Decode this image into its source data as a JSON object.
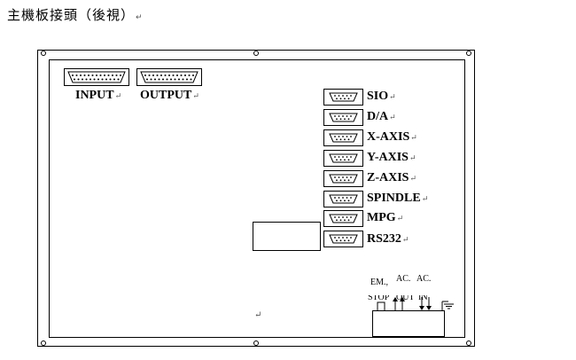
{
  "title": "主機板接頭（後視）",
  "paragraph_mark": "↵",
  "rear_connectors": [
    {
      "label": "INPUT"
    },
    {
      "label": "OUTPUT"
    }
  ],
  "side_connectors": [
    {
      "label": "SIO"
    },
    {
      "label": "D/A"
    },
    {
      "label": "X-AXIS"
    },
    {
      "label": "Y-AXIS"
    },
    {
      "label": "Z-AXIS"
    },
    {
      "label": "SPINDLE"
    },
    {
      "label": "MPG"
    },
    {
      "label": "RS232"
    }
  ],
  "terminal_labels": {
    "em_stop_top": "EM.,",
    "em_stop_bottom": "STOP",
    "ac_out_top": "AC.",
    "ac_out_bottom": "OUT",
    "ac_in_top": "AC.",
    "ac_in_bottom": "IN"
  },
  "icons": [
    "em-stop-switch-icon",
    "up-arrow-icon",
    "down-arrow-icon",
    "ground-icon"
  ]
}
